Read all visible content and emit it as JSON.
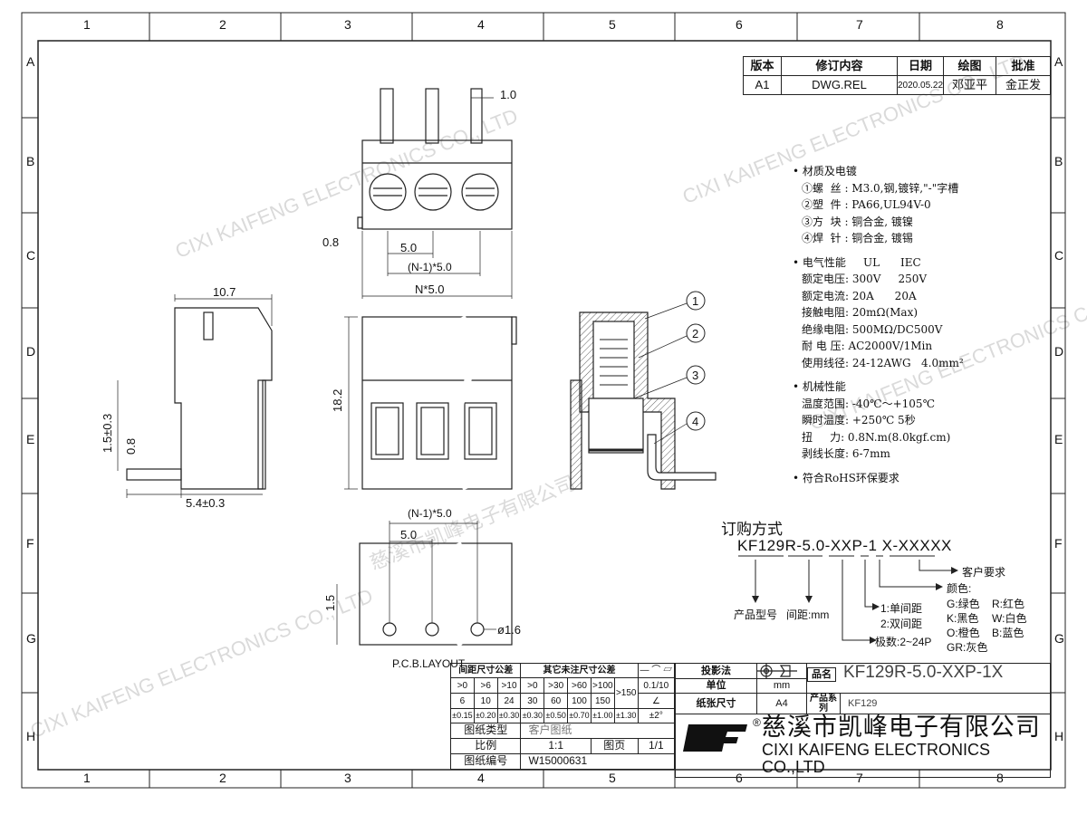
{
  "frame": {
    "columns": [
      "1",
      "2",
      "3",
      "4",
      "5",
      "6",
      "7",
      "8"
    ],
    "rows": [
      "A",
      "B",
      "C",
      "D",
      "E",
      "F",
      "G",
      "H"
    ]
  },
  "revision": {
    "headers": [
      "版本",
      "修订内容",
      "日期",
      "绘图",
      "批准"
    ],
    "row": [
      "A1",
      "DWG.REL",
      "2020.05.22",
      "邓亚平",
      "金正发"
    ]
  },
  "dims": {
    "top_pin": "1.0",
    "top_offset": "0.8",
    "top_pitch": "5.0",
    "top_n1": "(N-1)*5.0",
    "top_n": "N*5.0",
    "side_depth": "10.7",
    "side_pin_len": "1.5±0.3",
    "side_pin_w": "0.8",
    "side_bottom": "5.4±0.3",
    "front_height": "18.2",
    "pcb_n1": "(N-1)*5.0",
    "pcb_pitch": "5.0",
    "pcb_edge": "1.5",
    "pcb_hole": "ø1.6",
    "pcb_label": "P.C.B.LAYOUT"
  },
  "callouts": [
    "1",
    "2",
    "3",
    "4"
  ],
  "specs": {
    "materials_title": "材质及电镀",
    "materials": [
      "①螺  丝 : M3.0,钢,镀锌,\"-\"字槽",
      "②塑  件 : PA66,UL94V-0",
      "③方  块 : 铜合金, 镀镍",
      "④焊  针 : 铜合金, 镀锡"
    ],
    "electrical_title": "电气性能     UL      IEC",
    "electrical": [
      "额定电压: 300V     250V",
      "额定电流: 20A      20A",
      "接触电阻: 20mΩ(Max)",
      "绝缘电阻: 500MΩ/DC500V",
      "耐 电 压: AC2000V/1Min",
      "使用线径: 24-12AWG   4.0mm²"
    ],
    "mechanical_title": "机械性能",
    "mechanical": [
      "温度范围: -40℃～+105℃",
      "瞬时温度: +250℃ 5秒",
      "扭     力: 0.8N.m(8.0kgf.cm)",
      "剥线长度: 6-7mm"
    ],
    "rohs": "符合RoHS环保要求"
  },
  "ordering": {
    "title": "订购方式",
    "code": "KF129R-5.0-XXP-1 X-XXXXX",
    "model": "产品型号",
    "pitch": "间距:mm",
    "poles": "极数:2~24P",
    "spacing1": "1:单间距",
    "spacing2": "2:双间距",
    "color_title": "颜色:",
    "colors": [
      "G:绿色",
      "R:红色",
      "K:黑色",
      "W:白色",
      "O:橙色",
      "B:蓝色",
      "GR:灰色"
    ],
    "customer": "客户要求"
  },
  "tolerance": {
    "pitch_header": "间距尺寸公差",
    "other_header": "其它未注尺寸公差",
    "ranges": [
      [
        ">0",
        "6"
      ],
      [
        ">6",
        "10"
      ],
      [
        ">10",
        "24"
      ],
      [
        ">0",
        "30"
      ],
      [
        ">30",
        "60"
      ],
      [
        ">60",
        "100"
      ],
      [
        ">100",
        "150"
      ]
    ],
    "over": ">150",
    "values": [
      "±0.15",
      "±0.20",
      "±0.30",
      "±0.30",
      "±0.50",
      "±0.70",
      "±1.00",
      "±1.30"
    ],
    "geo_symbols": "—  ⌒  ▱",
    "flatness": "0.1/10",
    "angle_sym": "∠",
    "angle": "±2°"
  },
  "titleblock": {
    "type_label": "图纸类型",
    "type": "客户图纸",
    "scale_label": "比例",
    "scale": "1:1",
    "page_label": "图页",
    "page": "1/1",
    "number_label": "图纸编号",
    "number": "W15000631",
    "projection_label": "投影法",
    "unit_label": "单位",
    "unit": "mm",
    "paper_label": "纸张尺寸",
    "paper": "A4",
    "name_label": "品名",
    "name": "KF129R-5.0-XXP-1X",
    "series_label": "产品系列",
    "series": "KF129",
    "company_cn": "慈溪市凯峰电子有限公司",
    "company_en": "CIXI KAIFENG ELECTRONICS CO.,LTD",
    "logo": "DF",
    "registered": "®"
  },
  "watermark": {
    "cn": "慈溪市凯峰电子有限公司",
    "en": "CIXI KAIFENG ELECTRONICS CO., LTD",
    "logo": "KAIFENG"
  }
}
